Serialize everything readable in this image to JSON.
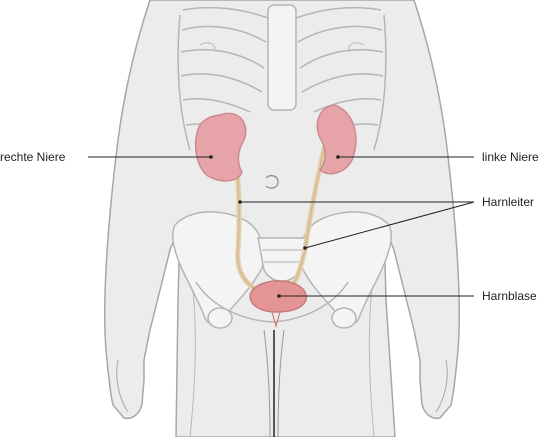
{
  "labels": {
    "right_kidney": "rechte Niere",
    "left_kidney": "linke Niere",
    "ureter": "Harnleiter",
    "bladder": "Harnblase"
  },
  "colors": {
    "body_fill": "#ececec",
    "body_outline": "#a7a7a7",
    "bone_fill": "#f4f4f4",
    "bone_outline": "#b5b5b5",
    "kidney_fill": "#e7a4a8",
    "kidney_outline": "#c98b90",
    "ureter": "#e9d6b4",
    "bladder_fill": "#e49494",
    "leader_line": "#222222"
  }
}
